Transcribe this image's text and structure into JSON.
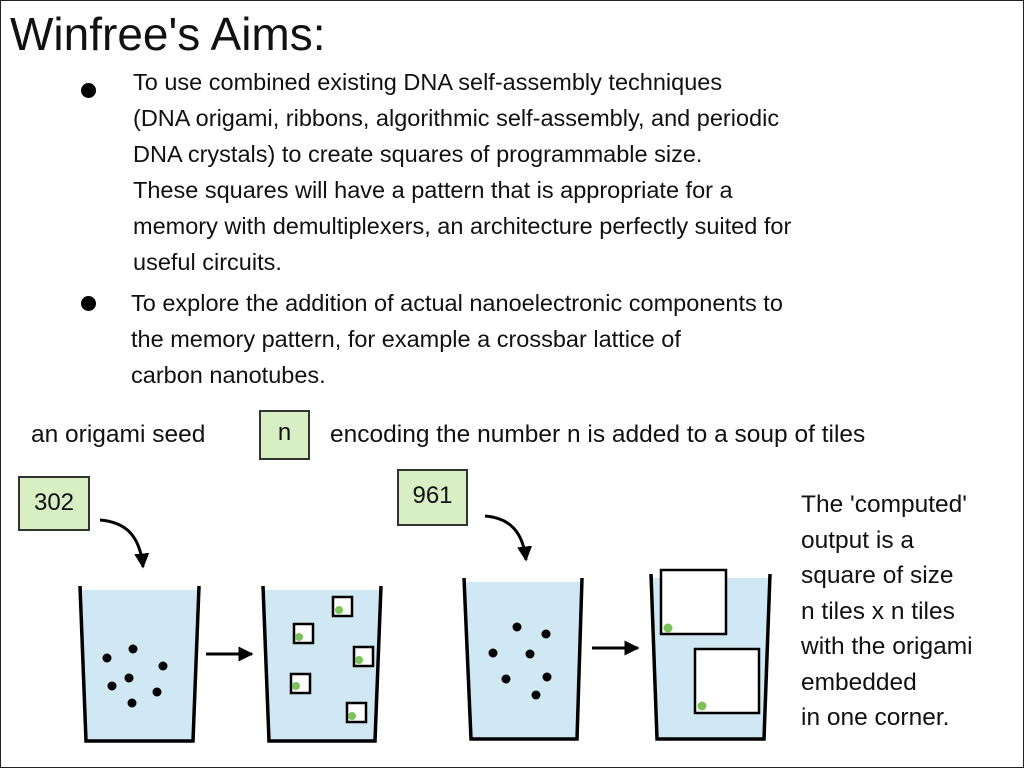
{
  "title": "Winfree's Aims:",
  "bullets": [
    {
      "lines": [
        "To use combined existing DNA self-assembly techniques",
        "(DNA origami, ribbons, algorithmic self-assembly, and periodic",
        "DNA crystals) to create squares of programmable size.",
        "These squares will have a pattern that is appropriate for a",
        "memory with demultiplexers, an architecture perfectly suited for",
        "useful circuits."
      ]
    },
    {
      "lines": [
        "To explore the addition of actual nanoelectronic components to",
        "the memory pattern, for example a crossbar lattice of",
        "carbon nanotubes."
      ]
    }
  ],
  "seed_sentence": {
    "before": "an origami seed",
    "symbol": "n",
    "after": "encoding  the number n is added to a soup of tiles"
  },
  "examples": [
    {
      "seed_label": "302"
    },
    {
      "seed_label": "961"
    }
  ],
  "output_note": {
    "lines": [
      "The 'computed'",
      "output is a",
      "square of size",
      "n tiles x n tiles",
      "with the origami",
      "embedded",
      "in one corner."
    ]
  },
  "colors": {
    "seed_fill": "#d7efc3",
    "water": "#cfe8f3",
    "origami_dot": "#7ac35a"
  }
}
